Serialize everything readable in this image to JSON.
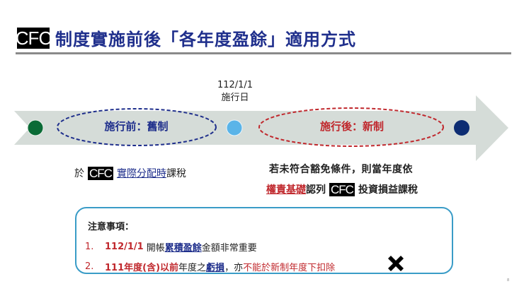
{
  "title": {
    "badge": "CFC",
    "text": "制度實施前後「各年度盈餘」適用方式"
  },
  "timeline": {
    "date": "112/1/1",
    "date_caption": "施行日",
    "before_label": "施行前：舊制",
    "after_label": "施行後：新制",
    "colors": {
      "band": "#d5dcd8",
      "start_dot": "#0a6b36",
      "mid_dot": "#5ab4e8",
      "end_dot": "#0d2d73",
      "before_ellipse": "#1f2f8c",
      "after_ellipse": "#c0282d"
    }
  },
  "left_note": {
    "prefix": "於",
    "badge": "CFC",
    "underlined": "實際分配時",
    "suffix": "課稅"
  },
  "right_note": {
    "line1": "若未符合豁免條件，則當年度依",
    "line2_underlined": "權責基礎",
    "line2_mid": "認列",
    "badge": "CFC",
    "line2_suffix": "投資損益課稅"
  },
  "notice": {
    "title": "注意事項：",
    "items": [
      {
        "num": "1.",
        "red": "112/1/1",
        "text_a": "開帳",
        "underlined": "累積盈餘",
        "text_b": "金額非常重要"
      },
      {
        "num": "2.",
        "red": "111年度(含)以前",
        "text_a": "年度之",
        "underlined": "虧損",
        "text_b": "，亦",
        "red_tail": "不能於新制年度下扣除"
      }
    ],
    "icon": "cross-icon"
  },
  "page_number": "8"
}
